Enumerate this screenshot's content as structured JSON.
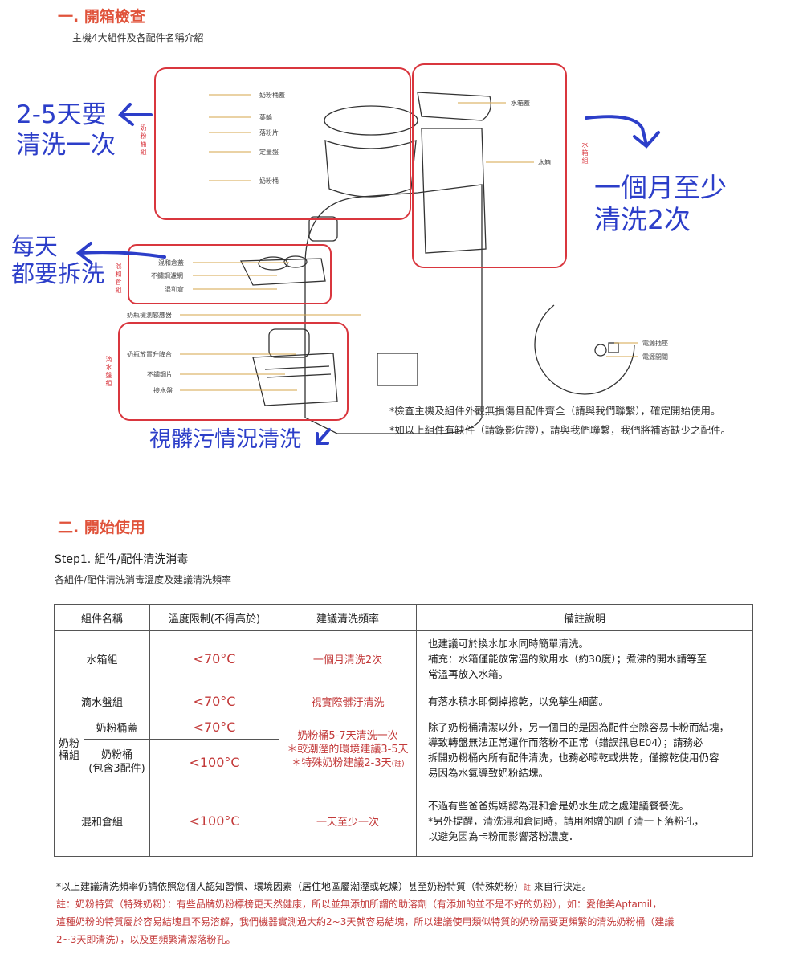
{
  "section1": {
    "title": "一. 開箱檢查",
    "subtitle": "主機4大組件及各配件名稱介紹"
  },
  "diagram": {
    "groups": {
      "powder": "奶粉桶組",
      "water": "水箱組",
      "mix": "混和倉組",
      "drip": "滴水盤組"
    },
    "powder_parts": [
      "奶粉桶蓋",
      "葉輪",
      "落粉片",
      "定量盤",
      "奶粉桶"
    ],
    "water_parts": [
      "水箱蓋",
      "水箱"
    ],
    "mix_parts": [
      "混和倉蓋",
      "不鏽鋼濾網",
      "混和倉"
    ],
    "sensor": "奶瓶檢測感應器",
    "drip_parts": [
      "奶瓶放置升降台",
      "不鏽鋼片",
      "接水盤"
    ],
    "power_parts": [
      "電源插座",
      "電源開關"
    ],
    "annotations": {
      "powder": "2-5天要\n清洗一次",
      "mix": "每天\n都要拆洗",
      "water": "一個月至少\n清洗2次",
      "drip": "視髒污情況清洗"
    },
    "notes": [
      "*檢查主機及組件外觀無損傷且配件齊全（請與我們聯繫），確定開始使用。",
      "*如以上組件有缺件（請錄影佐證），請與我們聯繫，我們將補寄缺少之配件。"
    ]
  },
  "section2": {
    "title": "二. 開始使用",
    "step": "Step1. 組件/配件清洗消毒",
    "step_sub": "各組件/配件清洗消毒溫度及建議清洗頻率"
  },
  "table": {
    "headers": [
      "組件名稱",
      "溫度限制(不得高於)",
      "建議清洗頻率",
      "備註說明"
    ],
    "rows": [
      {
        "name": "水箱組",
        "temp": "<70°C",
        "freq": "一個月清洗2次",
        "remark": [
          "也建議可於換水加水同時簡單清洗。",
          "補充：水箱僅能放常溫的飲用水（約30度）；煮沸的開水請等至",
          "常溫再放入水箱。"
        ]
      },
      {
        "name": "滴水盤組",
        "temp": "<70°C",
        "freq": "視實際髒汙清洗",
        "remark": [
          "有落水積水即倒掉擦乾，以免孳生細菌。"
        ]
      },
      {
        "group": "奶粉桶組",
        "sub": [
          {
            "name": "奶粉桶蓋",
            "temp": "<70°C"
          },
          {
            "name": "奶粉桶",
            "name2": "(包含3配件)",
            "temp": "<100°C"
          }
        ],
        "freq": [
          "奶粉桶5-7天清洗一次",
          "＊較潮溼的環境建議3-5天",
          "＊特殊奶粉建議2-3天",
          "(註)"
        ],
        "remark": [
          "除了奶粉桶清潔以外，另一個目的是因為配件空隙容易卡粉而結塊，",
          "導致轉盤無法正常運作而落粉不正常（錯誤訊息E04）；請務必",
          "拆開奶粉桶內所有配件清洗，也務必晾乾或烘乾，僅擦乾使用仍容",
          "易因為水氣導致奶粉結塊。"
        ]
      },
      {
        "name": "混和倉組",
        "temp": "<100°C",
        "freq": "一天至少一次",
        "remark": [
          "不過有些爸爸媽媽認為混和倉是奶水生成之處建議餐餐洗。",
          "*另外提醒，清洗混和倉同時，請用附贈的刷子清一下落粉孔，",
          "以避免因為卡粉而影響落粉濃度．"
        ]
      }
    ]
  },
  "footnotes": {
    "line1": "*以上建議清洗頻率仍請依照您個人認知習慣、環境因素（居住地區屬潮溼或乾燥）甚至奶粉特質（特殊奶粉）",
    "line1_mark": "註",
    "line1_end": " 來自行決定。",
    "note": [
      "註：奶粉特質（特殊奶粉）：有些品牌奶粉標榜更天然健康，所以並無添加所謂的助溶劑（有添加的並不是不好的奶粉），如：愛他美Aptamil，",
      "這種奶粉的特質屬於容易結塊且不易溶解，我們機器實測過大約2~3天就容易結塊，所以建議使用類似特質的奶粉需要更頻繁的清洗奶粉桶（建議",
      "2~3天即清洗），以及更頻繁清潔落粉孔。"
    ]
  },
  "colors": {
    "title": "#e0533b",
    "box": "#d9363e",
    "hand": "#2c3ec9",
    "red_text": "#c33a3a",
    "leader": "#d4a548"
  }
}
